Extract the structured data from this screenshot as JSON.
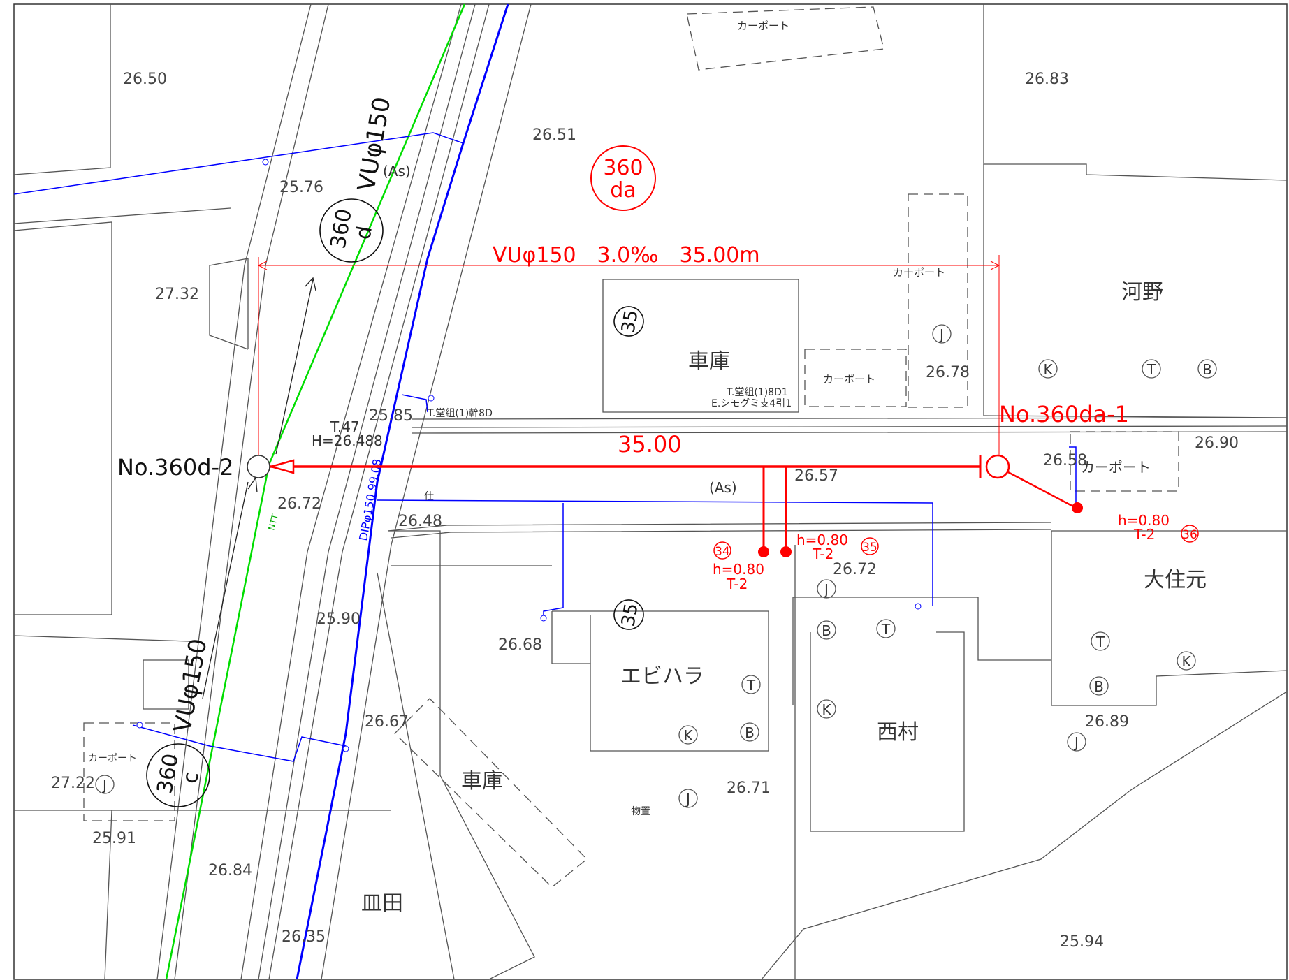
{
  "colors": {
    "sewer_red": "#ff0000",
    "water_blue": "#0000ff",
    "ntt_green": "#00dd00",
    "line_gray": "#555555"
  },
  "plan": {
    "pipe_spec": "VUφ150　3.0‰　35.00m",
    "pipe_length": "35.00",
    "manhole_start": "No.360da-1",
    "manhole_end": "No.360d-2",
    "area_label": {
      "top": "360",
      "bottom": "da"
    },
    "area_d": {
      "top": "360",
      "bottom": "d"
    },
    "area_c": {
      "top": "360",
      "bottom": "c"
    },
    "vu_pipe_label": "VUφ150",
    "dip_label": "DIPφ150 99.08",
    "ntt_label": "NTT",
    "asphalt_top": "(As)",
    "asphalt_mid": "(As)",
    "road_note_1": "T.47",
    "road_note_2": "H=26.488",
    "shi_label": "仕",
    "pole_note_1": "T.堂組(1)8D1",
    "pole_note_2": "E.シモグミ支4引1",
    "pole_note_3": "T.堂組(1)幹8D",
    "laterals": [
      {
        "num": "34",
        "h": "h=0.80",
        "t": "T-2"
      },
      {
        "num": "35",
        "h": "h=0.80",
        "t": "T-2"
      },
      {
        "num": "36",
        "h": "h=0.80",
        "t": "T-2"
      }
    ]
  },
  "buildings": {
    "garage_1": "車庫",
    "garage_2": "車庫",
    "kawano": "河野",
    "oosumimoto": "大住元",
    "ebihara": "エビハラ",
    "nishimura": "西村",
    "sarada": "皿田",
    "storage": "物置",
    "carport_1": "カーポート",
    "carport_2": "カーポート",
    "carport_3": "カーポート",
    "carport_4": "カーポート",
    "carport_5": "カーポート",
    "block_35a": "35",
    "block_35b": "35"
  },
  "symbols": {
    "J": "J",
    "K": "K",
    "T": "T",
    "B": "B"
  },
  "elevations": {
    "e2650": "26.50",
    "e2651": "26.51",
    "e2683": "26.83",
    "e2576": "25.76",
    "e2732": "27.32",
    "e2585": "25.85",
    "e2678": "26.78",
    "e2690": "26.90",
    "e2658": "26.58",
    "e2657": "26.57",
    "e2672a": "26.72",
    "e2648": "26.48",
    "e2672b": "26.72",
    "e2590": "25.90",
    "e2668": "26.68",
    "e2667": "26.67",
    "e2689": "26.89",
    "e2722": "27.22",
    "e2671": "26.71",
    "e2591": "25.91",
    "e2684": "26.84",
    "e2635": "26.35",
    "e2594": "25.94"
  }
}
